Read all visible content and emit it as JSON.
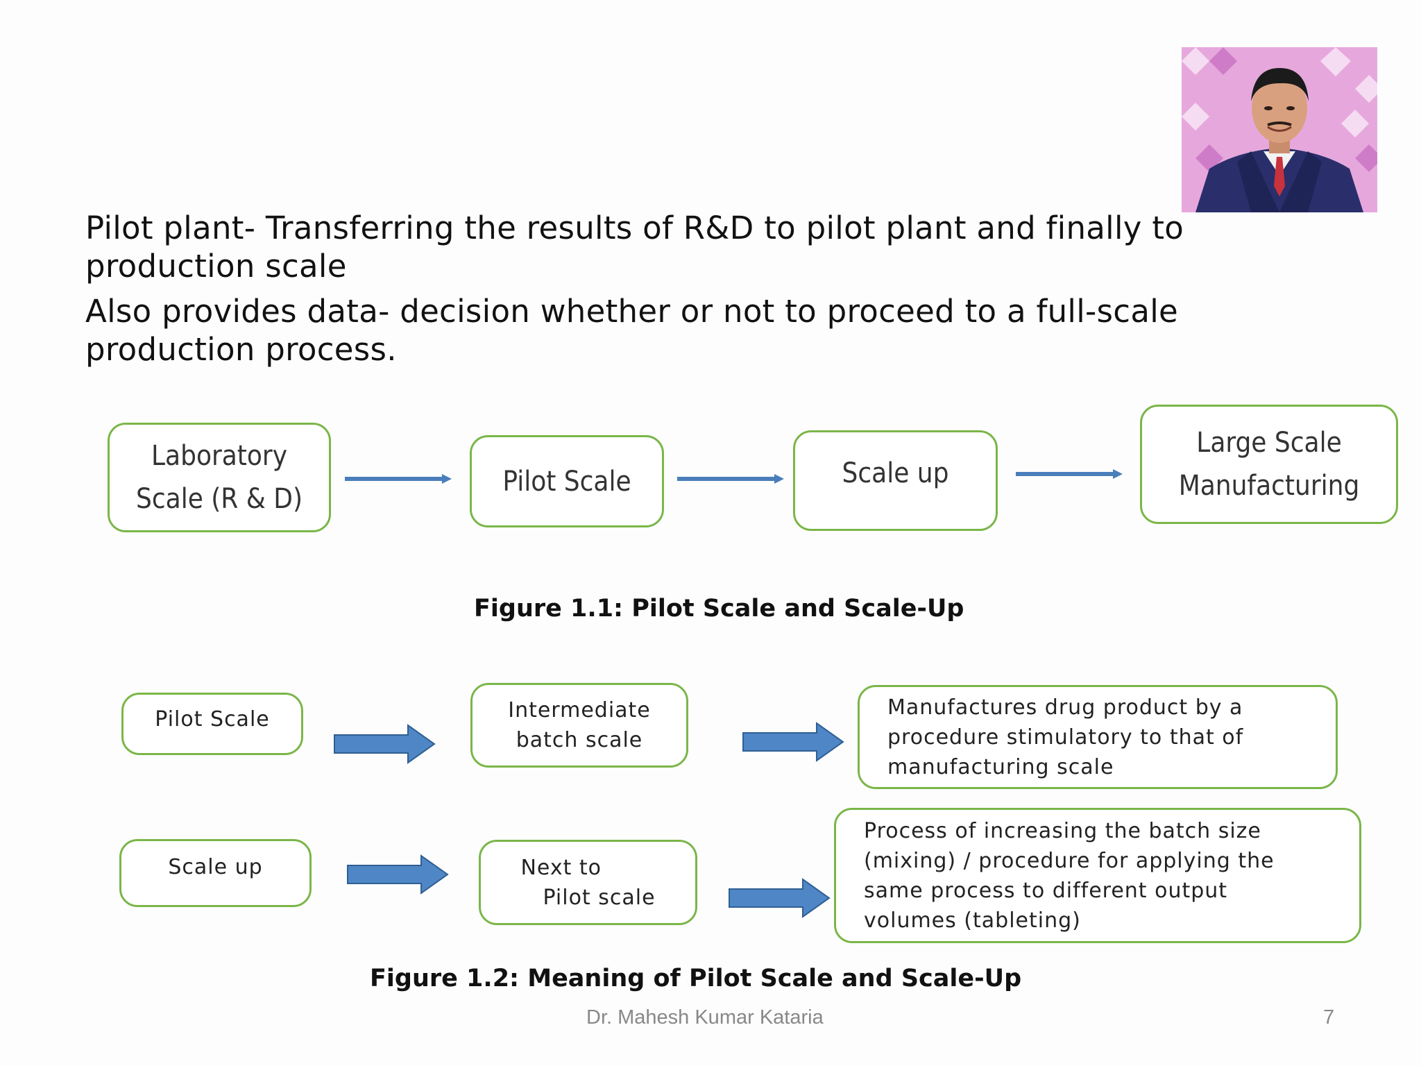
{
  "bullets": [
    {
      "line1": "Pilot plant- Transferring the results of R&D to pilot plant and finally to",
      "line2": "production scale"
    },
    {
      "line1": "Also provides data- decision whether or not to proceed to a full-scale",
      "line2": "production process."
    }
  ],
  "figure1": {
    "boxes": [
      {
        "line1": "Laboratory",
        "line2": "Scale (R & D)"
      },
      {
        "line1": "Pilot Scale",
        "line2": ""
      },
      {
        "line1": "Scale up",
        "line2": ""
      },
      {
        "line1": "Large Scale",
        "line2": "Manufacturing"
      }
    ],
    "caption": "Figure 1.1: Pilot Scale and Scale-Up"
  },
  "figure2": {
    "row1": {
      "term": "Pilot Scale",
      "scale": {
        "line1": "Intermediate",
        "line2": "batch scale"
      },
      "meaning": {
        "line1": "Manufactures drug product by a",
        "line2": "procedure stimulatory to that of",
        "line3": "manufacturing scale"
      }
    },
    "row2": {
      "term": "Scale up",
      "scale": {
        "line1": "Next to",
        "line2": "Pilot scale"
      },
      "meaning": {
        "line1": "Process of increasing the batch size",
        "line2": "(mixing) / procedure for applying the",
        "line3": "same process to different output",
        "line4": "volumes (tableting)"
      }
    },
    "caption": "Figure 1.2: Meaning of Pilot Scale and Scale-Up"
  },
  "footer": {
    "author": "Dr. Mahesh Kumar Kataria",
    "page_number": "7"
  },
  "colors": {
    "box_border": "#7ab648",
    "arrow_fill": "#4f86c6",
    "arrow_thin": "#4a7ebb"
  },
  "icons": {
    "presenter_photo": "presenter-photo"
  }
}
